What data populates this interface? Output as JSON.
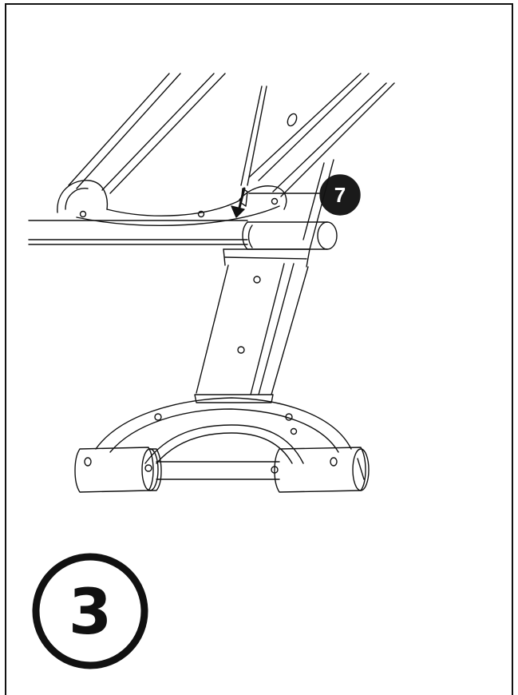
{
  "callout": {
    "number": "7",
    "icon": "part-callout-circle"
  },
  "step": {
    "number": "3",
    "icon": "step-number-circle"
  },
  "colors": {
    "ink": "#111111",
    "paper": "#ffffff",
    "callout_fill": "#1a1a1a"
  }
}
